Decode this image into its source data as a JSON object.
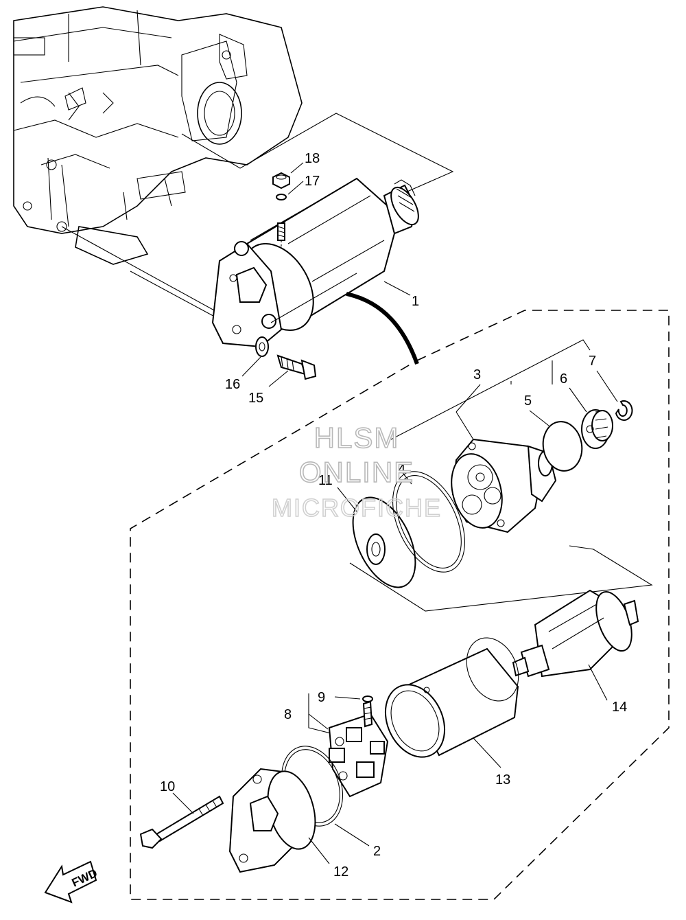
{
  "watermark": {
    "line1": "HLSM",
    "line2": "ONLINE",
    "line3": "MICROFICHE"
  },
  "direction": {
    "label": "FWD"
  },
  "callouts": [
    {
      "id": "c1",
      "text": "1"
    },
    {
      "id": "c2",
      "text": "2"
    },
    {
      "id": "c3",
      "text": "3"
    },
    {
      "id": "c4",
      "text": "4"
    },
    {
      "id": "c5",
      "text": "5"
    },
    {
      "id": "c6",
      "text": "6"
    },
    {
      "id": "c7",
      "text": "7"
    },
    {
      "id": "c8",
      "text": "8"
    },
    {
      "id": "c9",
      "text": "9"
    },
    {
      "id": "c10",
      "text": "10"
    },
    {
      "id": "c11",
      "text": "11"
    },
    {
      "id": "c12",
      "text": "12"
    },
    {
      "id": "c13",
      "text": "13"
    },
    {
      "id": "c14",
      "text": "14"
    },
    {
      "id": "c15",
      "text": "15"
    },
    {
      "id": "c16",
      "text": "16"
    },
    {
      "id": "c17",
      "text": "17"
    },
    {
      "id": "c18",
      "text": "18"
    }
  ]
}
